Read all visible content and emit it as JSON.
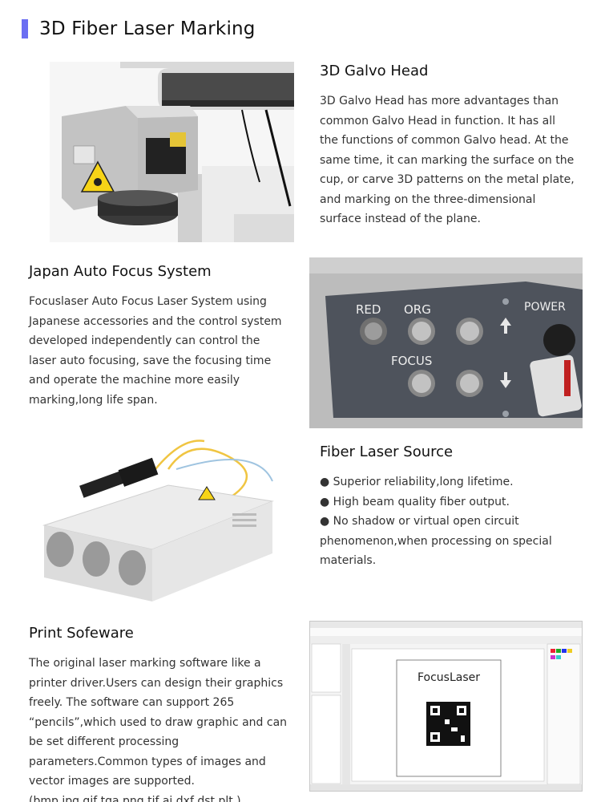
{
  "page": {
    "title": "3D Fiber Laser Marking"
  },
  "sections": {
    "galvo": {
      "heading": "3D Galvo Head",
      "text": "3D Galvo Head has more advantages than common Galvo Head in function. It has all the functions of common Galvo head. At the same time, it can marking the surface on the cup, or carve 3D patterns on the metal plate, and marking on the three-dimensional surface instead of the plane."
    },
    "autofocus": {
      "heading": "Japan Auto Focus System",
      "text": "Focuslaser Auto Focus Laser System using Japanese accessories and the control system developed independently can control the laser auto focusing, save the focusing time and operate the machine more easily marking,long life span.",
      "panel_labels": {
        "red": "RED",
        "org": "ORG",
        "power": "POWER",
        "focus": "FOCUS"
      }
    },
    "source": {
      "heading": "Fiber Laser Source",
      "bullets": [
        "● Superior reliability,long lifetime.",
        "● High beam quality fiber output.",
        "● No shadow or virtual open circuit phenomenon,when processing on special materials."
      ]
    },
    "software": {
      "heading": "Print Sofeware",
      "text": "The original laser marking software like a printer driver.Users can design their graphics freely. The software can support 265 “pencils”,which used to draw graphic and can be set different processing parameters.Common types of images and vector images are supported.(bmp,jpg,gif,tga,png,tif,ai,dxf,dst,plt.)",
      "canvas_label": "FocusLaser"
    }
  }
}
